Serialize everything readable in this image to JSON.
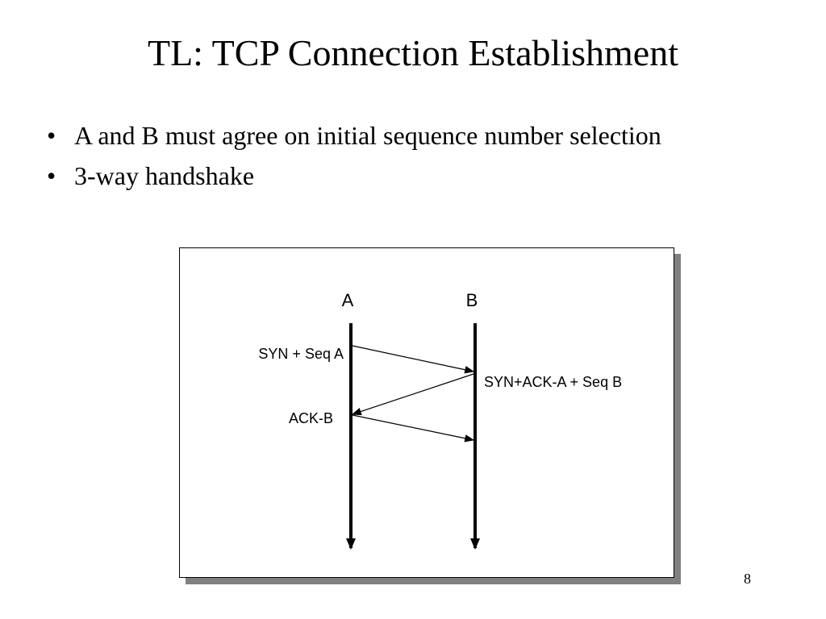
{
  "slide": {
    "title": "TL: TCP Connection Establishment",
    "page_number": "8"
  },
  "bullets": [
    {
      "symbol": "•",
      "text": "A and B must agree on initial sequence number selection"
    },
    {
      "symbol": "•",
      "text": "3-way handshake"
    }
  ],
  "diagram": {
    "entities": {
      "a": "A",
      "b": "B"
    },
    "messages": [
      {
        "label": "SYN + Seq A",
        "from": "A",
        "to": "B"
      },
      {
        "label": "SYN+ACK-A + Seq B",
        "from": "B",
        "to": "A"
      },
      {
        "label": "ACK-B",
        "from": "A",
        "to": "B"
      }
    ]
  }
}
